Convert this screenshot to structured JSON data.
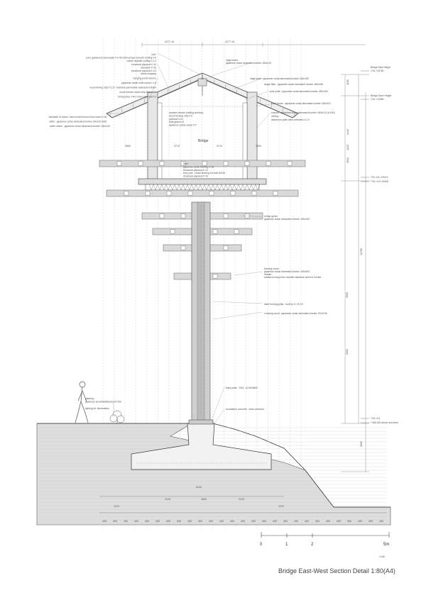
{
  "sheet": {
    "title": "Bridge East-West Section Detail 1:80(A4)",
    "scale_bar": {
      "labels": [
        "0",
        "1",
        "2",
        "5m"
      ]
    },
    "room_label": "Bridge",
    "levels": [
      {
        "name": "Bridge Max Height",
        "value": "▽GL+15780"
      },
      {
        "name": "Bridge Eave Height",
        "value": "▽GL+13380"
      },
      {
        "name": "",
        "value": "▽FL=GL+19474"
      },
      {
        "name": "",
        "value": "▽GL=GL+19405"
      },
      {
        "name": "",
        "value": "▽GL=GL"
      },
      {
        "name": "",
        "value": "+356,200 above sea level"
      }
    ],
    "top_dims": [
      "4277.16",
      "4277.16"
    ],
    "notes_left": [
      "roof:",
      "color galvalume steel plate t=0.45 Vertical type smooth roofing t=5",
      "rubber asphalt roofing t=1.2",
      "structural plywood t=12",
      "insulation t=25",
      "structural plywood t=24",
      "stone chipping",
      "hanging purlin anchor",
      "japanese cedar solid wood t=1.5",
      "wood furring strip t=1.5 / moisture permeable waterproof sheet",
      "wood wrench wood strip board t=2",
      "furring strip t=40 / inner plywood t=2",
      "backside of eaves: hard cement wood chip board t=18",
      "rafter : japanese cedar laminated lumber 90x120 (t90)",
      "rafter holder : japanese cedar laminated lumber 180x120"
    ],
    "notes_center": [
      "floor:",
      "japanese cedar flooring t=15",
      "structural plywood t=12",
      "floor joist : cedar flooring for wall 30x30",
      "structural plywood t=24",
      "wooden shutter (sliding window)",
      "wood flooring strip t=2",
      "plywood t=24",
      "float glass t=6",
      "japanese cedar eaves t=2"
    ],
    "notes_right": [
      "ridge beam:",
      "japanese cedar laminated lumber 180x210",
      "ridge plate : japanese cedar laminated lumber 180x150",
      "single fitter : japanese cedar laminated lumber 180x180",
      "pole plate : japanese cedar laminated lumber 180x180",
      "eave beam : japanese cedar laminated lumber 180x210",
      "column : japanese cedar laminated lumber 180x210 (t=100)",
      "ceiling :",
      "aluminum plate semi-reflected t=2.3",
      "bridge girder",
      "japanese cedar laminated lumber 180x150",
      "framing wood :",
      "japanese cedar laminated lumber 180x300",
      "header :",
      "advanced long-term durable stainless steel for lumber",
      "steel forming pillar : built by D-TS 19",
      "crossing wood : japanese cedar laminated lumber 221x240",
      "base plate : SUS, 10 800x800",
      "foundation concrete : brine-arrested"
    ],
    "notes_ground": [
      "planting :",
      "japanese snowbell(Styrax) H=250",
      "lighting fix: illumination"
    ],
    "vertical_dims": [
      "1190",
      "1440",
      "3510",
      "12780",
      "9900",
      "5000",
      "2000",
      "2215"
    ],
    "inner_dims": [
      "3500",
      "3710",
      "3710",
      "3500",
      "5240",
      "2120",
      "1600",
      "2120",
      "1370",
      "1370"
    ],
    "bottom_dims": [
      "400",
      "400",
      "400",
      "400",
      "400",
      "400",
      "400",
      "400",
      "400",
      "400",
      "400",
      "400",
      "400",
      "400",
      "400",
      "400",
      "400",
      "400",
      "400",
      "400",
      "400",
      "400",
      "400",
      "400",
      "400",
      "400",
      "400"
    ],
    "scale_note": "1=80"
  }
}
